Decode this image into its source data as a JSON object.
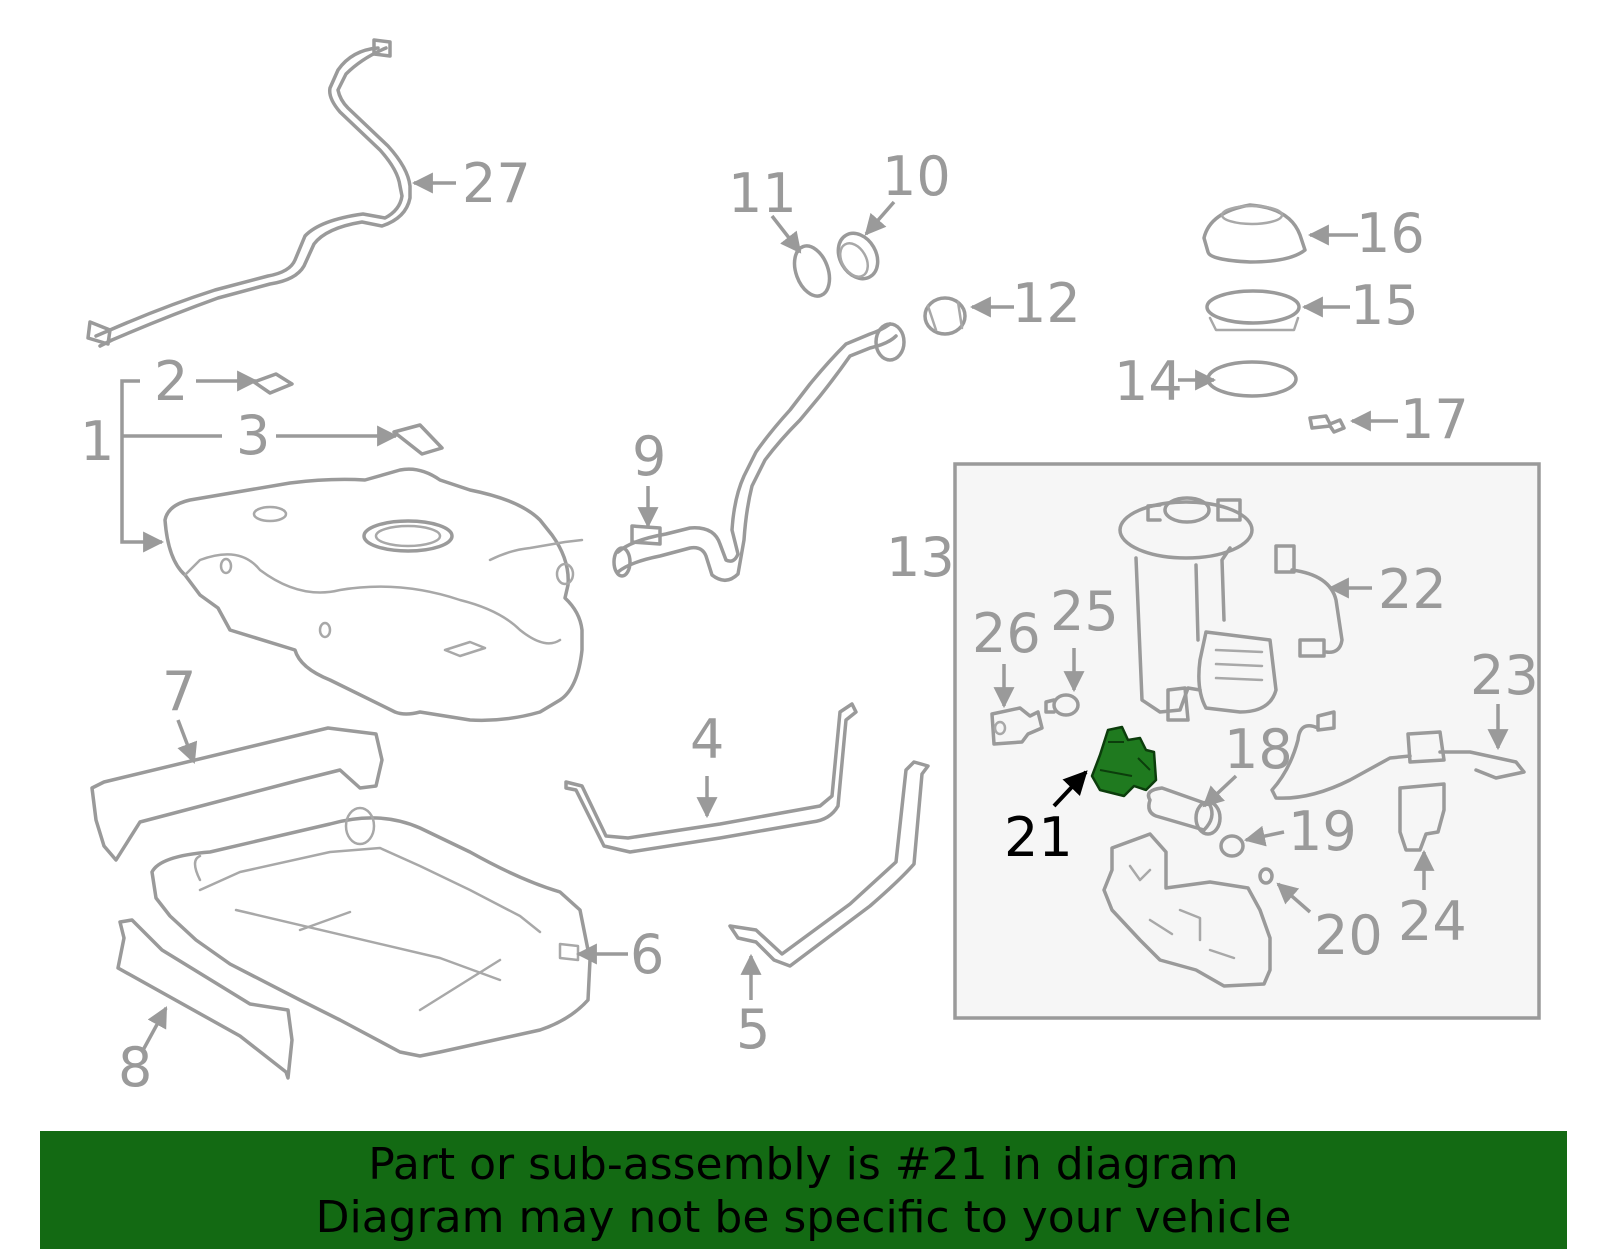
{
  "diagram": {
    "highlighted_part": "21",
    "labels": [
      "1",
      "2",
      "3",
      "4",
      "5",
      "6",
      "7",
      "8",
      "9",
      "10",
      "11",
      "12",
      "13",
      "14",
      "15",
      "16",
      "17",
      "18",
      "19",
      "20",
      "21",
      "22",
      "23",
      "24",
      "25",
      "26",
      "27"
    ]
  },
  "banner": {
    "line1": "Part or sub-assembly is #21 in diagram",
    "line2": "Diagram may not be specific to your vehicle"
  },
  "colors": {
    "banner_bg": "#136a13",
    "highlight": "#1f7a1f",
    "lineart": "#9a9a9a"
  }
}
